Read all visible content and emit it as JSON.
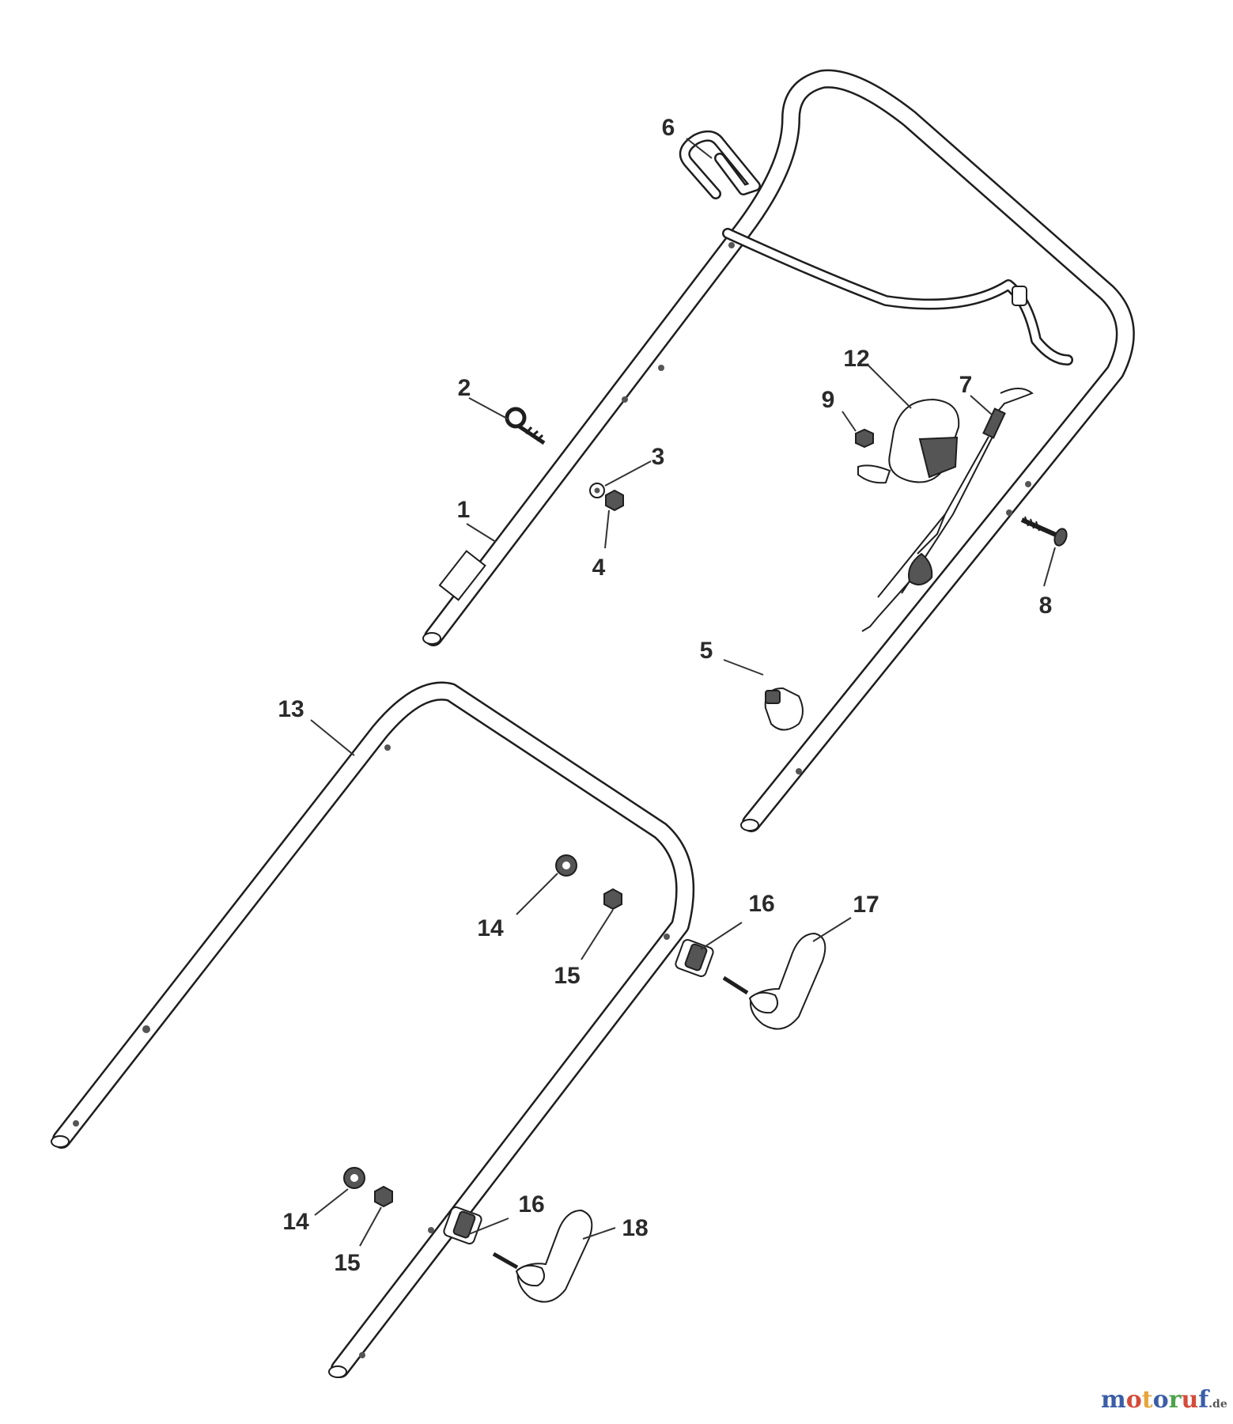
{
  "labels": {
    "p1": "1",
    "p2": "2",
    "p3": "3",
    "p4": "4",
    "p5": "5",
    "p6": "6",
    "p7": "7",
    "p8": "8",
    "p9": "9",
    "p12": "12",
    "p13": "13",
    "p14a": "14",
    "p15a": "15",
    "p16a": "16",
    "p17": "17",
    "p14b": "14",
    "p15b": "15",
    "p16b": "16",
    "p18": "18"
  },
  "watermark": {
    "letters": [
      "m",
      "o",
      "t",
      "o",
      "r",
      "u",
      "f"
    ],
    "suffix": ".de",
    "colors": [
      "#3b5da8",
      "#d54b3a",
      "#e6a43a",
      "#3b5da8",
      "#4ea24a",
      "#d54b3a",
      "#3b5da8"
    ]
  }
}
